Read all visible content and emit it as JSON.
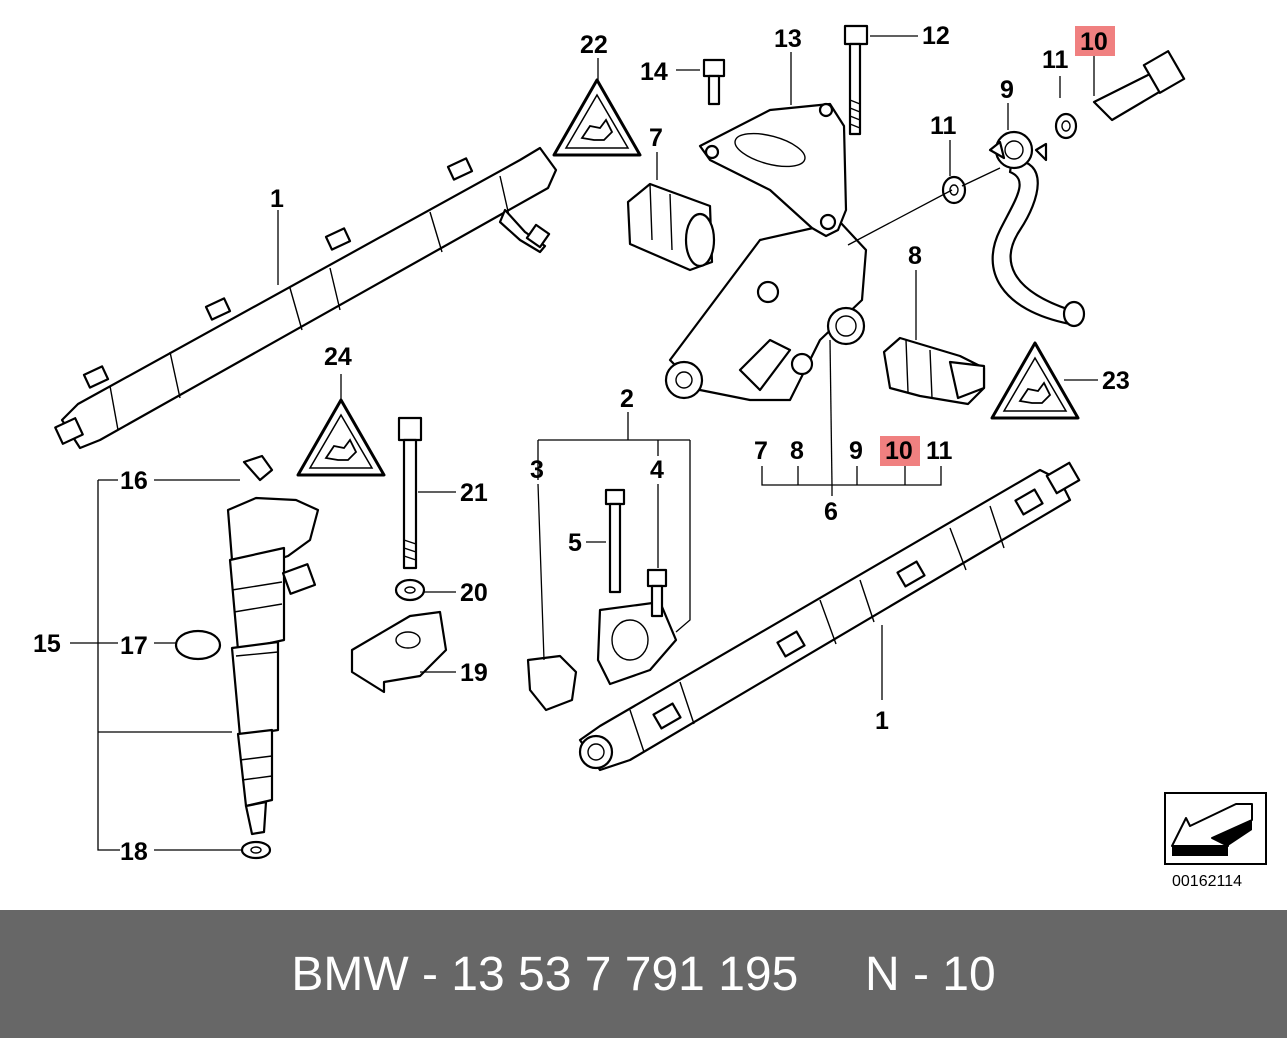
{
  "diagram": {
    "labels": {
      "l1_top": "1",
      "l1_bottom": "1",
      "l2": "2",
      "l3": "3",
      "l4": "4",
      "l5": "5",
      "l6": "6",
      "l7_top": "7",
      "l7_group": "7",
      "l8_top": "8",
      "l8_group": "8",
      "l9_top": "9",
      "l9_group": "9",
      "l10_top": "10",
      "l10_group": "10",
      "l11_a": "11",
      "l11_b": "11",
      "l11_group": "11",
      "l12": "12",
      "l13": "13",
      "l14": "14",
      "l15": "15",
      "l16": "16",
      "l17": "17",
      "l18": "18",
      "l19": "19",
      "l20": "20",
      "l21": "21",
      "l22": "22",
      "l23": "23",
      "l24": "24"
    },
    "highlight_color": "#f08080",
    "image_code": "00162114"
  },
  "footer": {
    "text": "BMW - 13 53 7 791 195     N - 10",
    "background": "#676767"
  }
}
